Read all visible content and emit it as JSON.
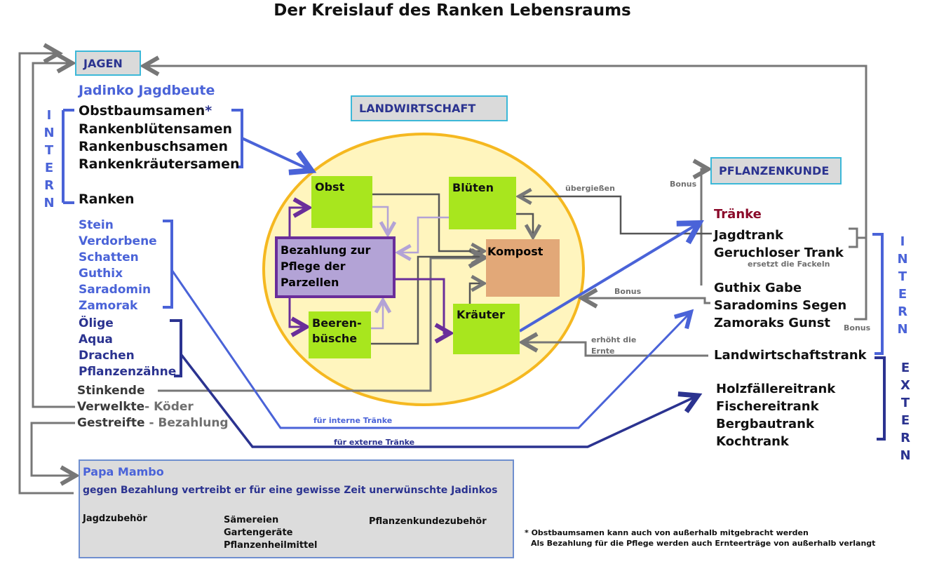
{
  "title": "Der Kreislauf des Ranken Lebensraums",
  "sections": {
    "jagen": "JAGEN",
    "landwirtschaft": "LANDWIRTSCHAFT",
    "pflanzenkunde": "PFLANZENKUNDE"
  },
  "left": {
    "loot_heading": "Jadinko Jagdbeute",
    "seeds": [
      "Obstbaumsamen",
      "Rankenblütensamen",
      "Rankenbuschsamen",
      "Rankenkräutersamen"
    ],
    "asterisk": "*",
    "ranken": "Ranken",
    "intern_letters": [
      "I",
      "N",
      "T",
      "E",
      "R",
      "N"
    ],
    "jadinkos_intern": [
      "Stein",
      "Verdorbene",
      "Schatten",
      "Guthix",
      "Saradomin",
      "Zamorak"
    ],
    "jadinkos_extern": [
      "Ölige",
      "Aqua",
      "Drachen",
      "Pflanzenzähne"
    ],
    "stinkende": "Stinkende",
    "verwelkte": "Verwelkte",
    "verwelkte_suffix": "- Köder",
    "gestreifte": "Gestreifte",
    "gestreifte_suffix": "- Bezahlung"
  },
  "farm": {
    "obst": "Obst",
    "blueten": "Blüten",
    "bezahlung": [
      "Bezahlung zur",
      "Pflege der",
      "Parzellen"
    ],
    "kompost": "Kompost",
    "beeren": [
      "Beeren-",
      "büsche"
    ],
    "kraeuter": "Kräuter"
  },
  "edge_labels": {
    "uebergiessen": "übergießen",
    "bonus1": "Bonus",
    "bonus2": "Bonus",
    "bonus3": "Bonus",
    "erhoeht": [
      "erhöht die",
      "Ernte"
    ],
    "interne": "für interne Tränke",
    "externe": "für externe Tränke"
  },
  "right": {
    "traenke": "Tränke",
    "potions_a": [
      "Jagdtrank",
      "Geruchloser Trank"
    ],
    "ersetzt": "ersetzt die Fackeln",
    "potions_b": [
      "Guthix Gabe",
      "Saradomins Segen",
      "Zamoraks Gunst"
    ],
    "landwirtschaftstrank": "Landwirtschaftstrank",
    "extern_potions": [
      "Holzfällereitrank",
      "Fischereitrank",
      "Bergbautrank",
      "Kochtrank"
    ],
    "intern_letters": [
      "I",
      "N",
      "T",
      "E",
      "R",
      "N"
    ],
    "extern_letters": [
      "E",
      "X",
      "T",
      "E",
      "R",
      "N"
    ]
  },
  "mambo": {
    "title": "Papa Mambo",
    "desc": "gegen Bezahlung vertreibt er für eine gewisse Zeit unerwünschte Jadinkos",
    "col1": [
      "Jagdzubehör"
    ],
    "col2": [
      "Sämereien",
      "Gartengeräte",
      "Pflanzenheilmittel"
    ],
    "col3": [
      "Pflanzenkundezubehör"
    ]
  },
  "footnote": [
    "* Obstbaumsamen kann auch von außerhalb mitgebracht werden",
    "Als Bezahlung für die Pflege werden auch Ernteerträge von außerhalb verlangt"
  ],
  "colors": {
    "light_blue": "#4a63d8",
    "navy": "#2b3390",
    "green": "#a8e61e",
    "kompost": "#e2a878",
    "purple": "#6a2e9a",
    "ellipse": "#fff5be",
    "ellipse_stroke": "#f5b820",
    "crimson": "#8b0a2a"
  }
}
